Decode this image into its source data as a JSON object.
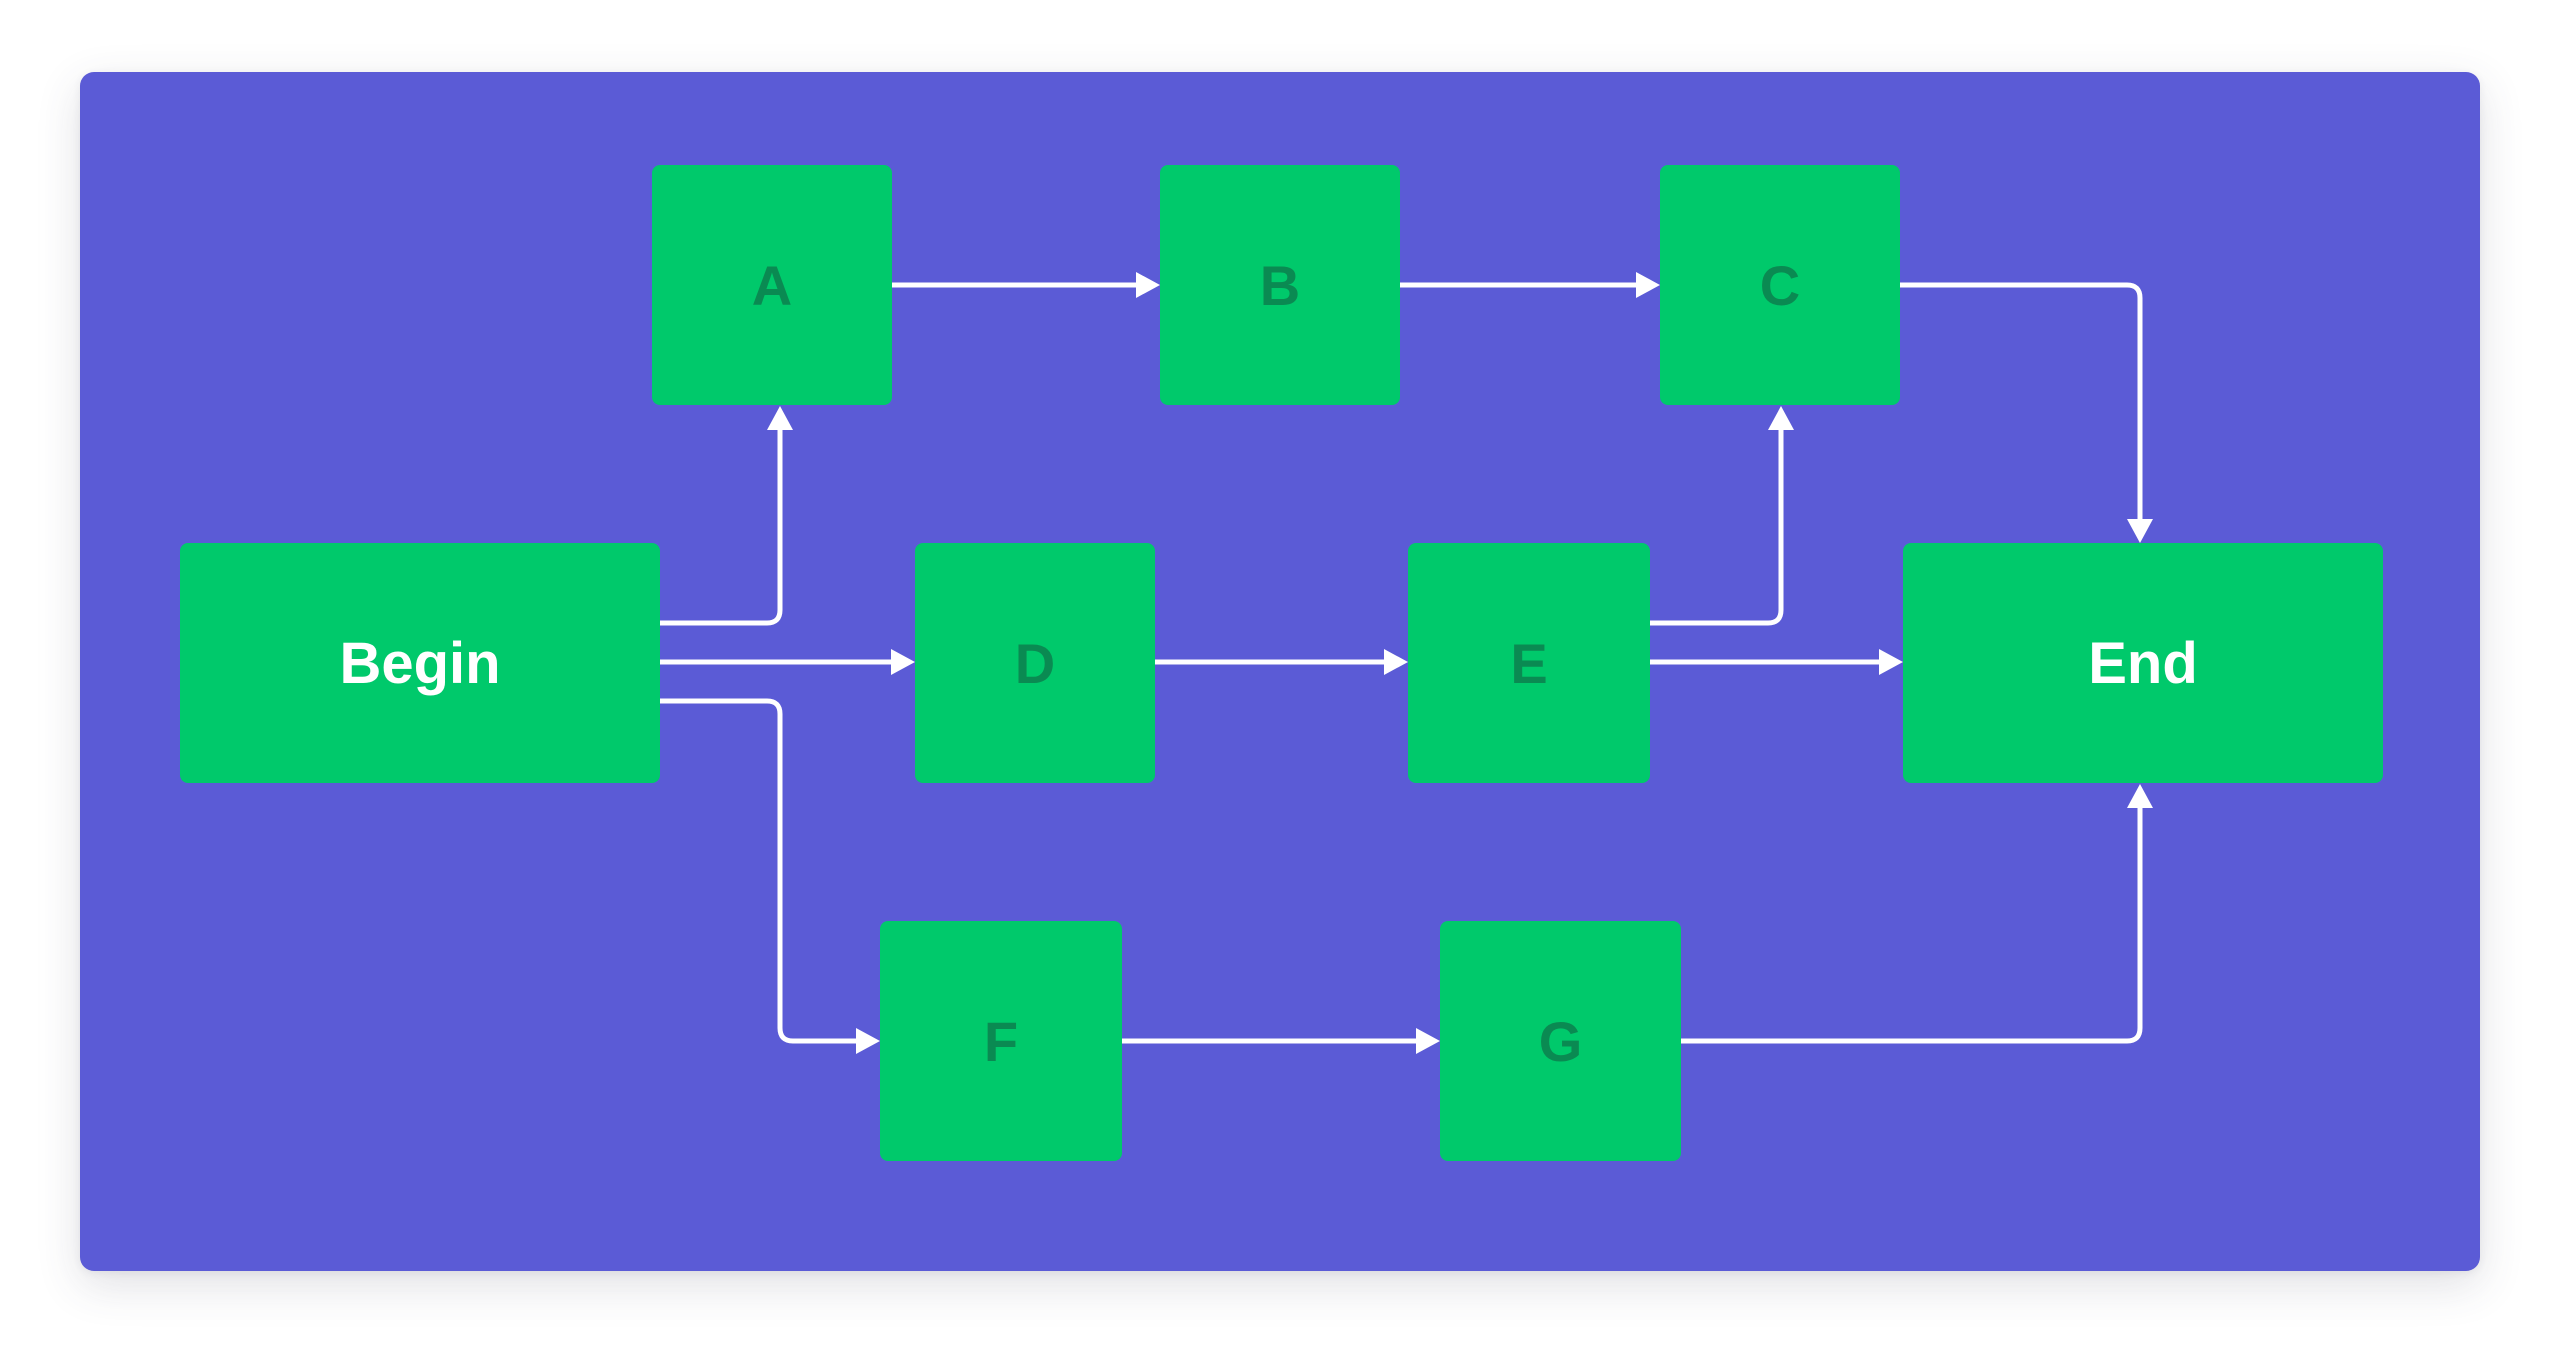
{
  "diagram": {
    "background_color": "#5b5bd6",
    "node_color": "#00c96b",
    "node_label_color_small": "#0a8a52",
    "node_label_color_large": "#ffffff",
    "edge_color": "#ffffff",
    "nodes": {
      "begin": "Begin",
      "a": "A",
      "b": "B",
      "c": "C",
      "d": "D",
      "e": "E",
      "f": "F",
      "g": "G",
      "end": "End"
    },
    "edges": [
      {
        "from": "Begin",
        "to": "A"
      },
      {
        "from": "Begin",
        "to": "D"
      },
      {
        "from": "Begin",
        "to": "F"
      },
      {
        "from": "A",
        "to": "B"
      },
      {
        "from": "B",
        "to": "C"
      },
      {
        "from": "C",
        "to": "End"
      },
      {
        "from": "D",
        "to": "E"
      },
      {
        "from": "E",
        "to": "C"
      },
      {
        "from": "E",
        "to": "End"
      },
      {
        "from": "F",
        "to": "G"
      },
      {
        "from": "G",
        "to": "End"
      }
    ]
  }
}
